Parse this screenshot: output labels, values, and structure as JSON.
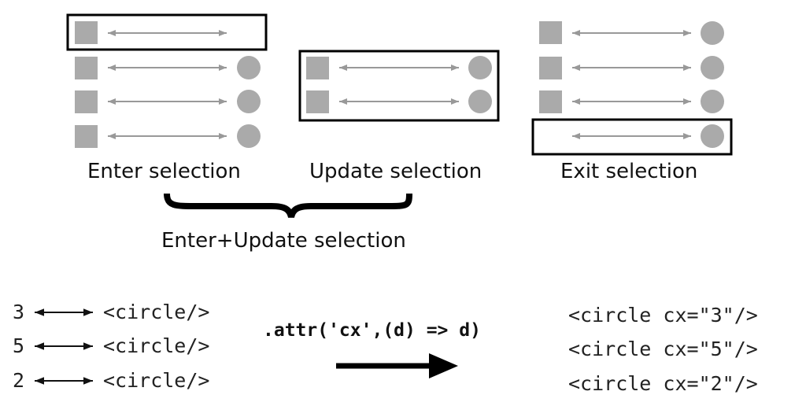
{
  "top": {
    "enter_label": "Enter selection",
    "update_label": "Update selection",
    "exit_label": "Exit selection",
    "combined_label": "Enter+Update selection",
    "shape_color": "#aaaaaa",
    "arrow_color": "#999999"
  },
  "bottom": {
    "data_values": [
      "3",
      "5",
      "2"
    ],
    "element_before": "<circle/>",
    "method_call": ".attr('cx',(d) => d)",
    "elements_after": [
      "<circle cx=\"3\"/>",
      "<circle cx=\"5\"/>",
      "<circle cx=\"2\"/>"
    ]
  }
}
